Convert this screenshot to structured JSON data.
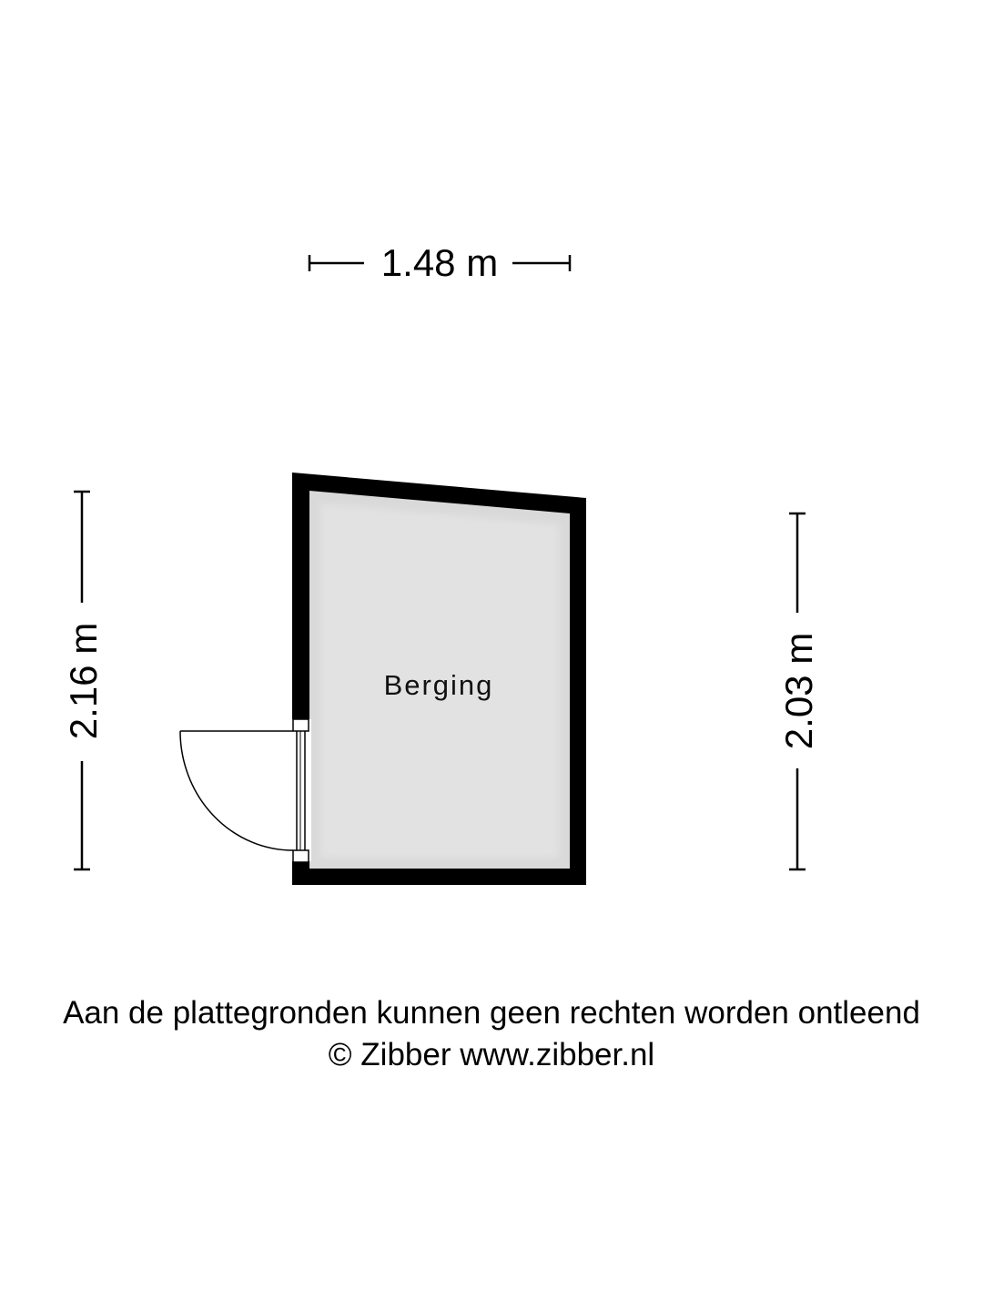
{
  "floorplan": {
    "room": {
      "name": "Berging"
    },
    "dimensions": {
      "top": "1.48 m",
      "left": "2.16 m",
      "right": "2.03 m"
    },
    "colors": {
      "wall": "#000000",
      "floor": "#dedede",
      "line": "#000000",
      "background": "#ffffff"
    }
  },
  "footer": {
    "disclaimer": "Aan de plattegronden kunnen geen rechten worden ontleend",
    "credit": "© Zibber www.zibber.nl"
  }
}
